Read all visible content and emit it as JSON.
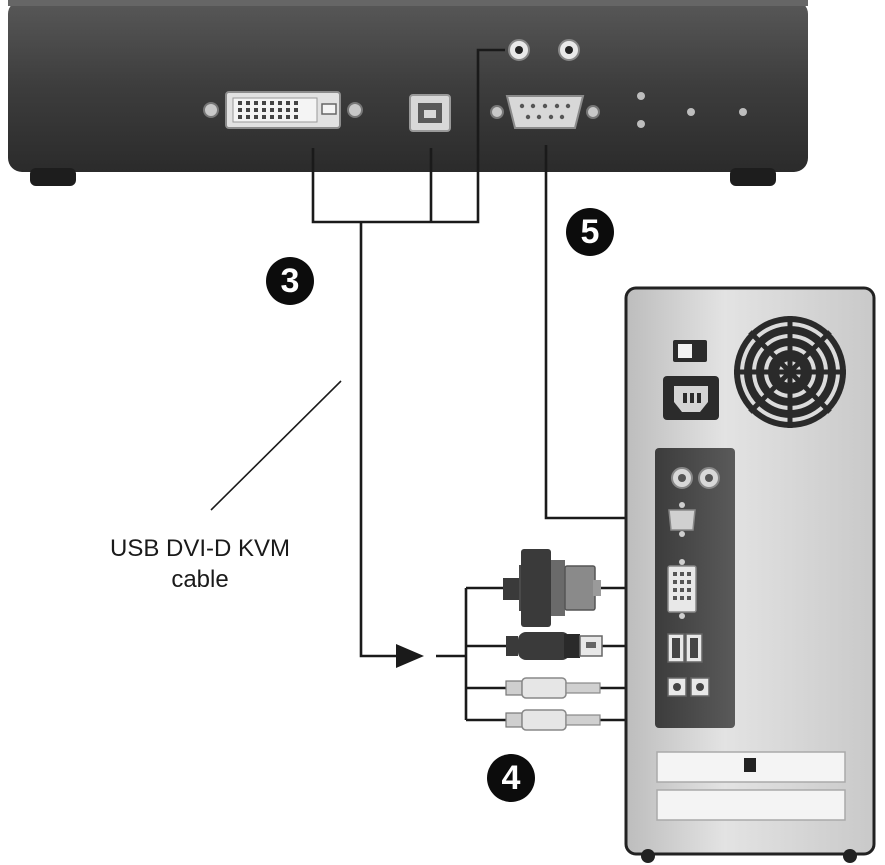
{
  "cable_label": {
    "line1": "USB DVI-D KVM",
    "line2": "cable"
  },
  "steps": {
    "step3": "3",
    "step4": "4",
    "step5": "5"
  },
  "colors": {
    "device_body": "#3d3d3d",
    "tower_body": "#d6d6d6",
    "io_panel": "#4a4a4a",
    "cable": "#1a1a1a",
    "badge": "#0c0c0c"
  }
}
